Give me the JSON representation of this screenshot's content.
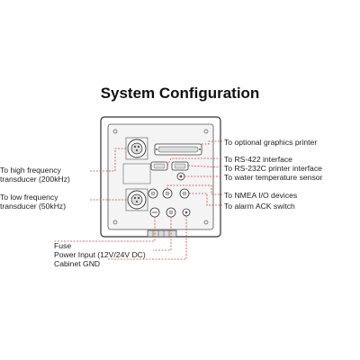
{
  "title": "System Configuration",
  "labels_right": [
    "To optional graphics printer",
    "To RS-422 interface",
    "To RS-232C printer interface",
    "To water temperature sensor",
    "To NMEA I/O devices",
    "To alarm ACK switch"
  ],
  "labels_left": [
    "To high frequency\ntransducer (200kHz)",
    "To low frequency\ntransducer (50kHz)"
  ],
  "labels_bottom": [
    "Fuse",
    "Power Input (12V/24V DC)",
    "Cabinet GND"
  ],
  "colors": {
    "leader_line": "#d0453e",
    "panel_outline": "#333333",
    "panel_fill": "#f4f4f4"
  }
}
